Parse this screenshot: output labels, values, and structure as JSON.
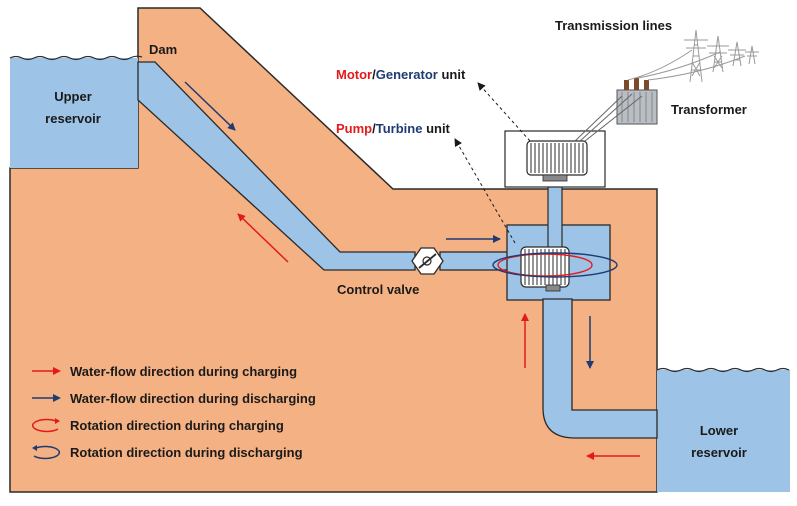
{
  "labels": {
    "dam": "Dam",
    "upper_reservoir": [
      "Upper",
      "reservoir"
    ],
    "lower_reservoir": [
      "Lower",
      "reservoir"
    ],
    "transmission_lines": "Transmission lines",
    "transformer": "Transformer",
    "motor_generator": {
      "part1": "Motor",
      "sep": "/",
      "part2": "Generator",
      "rest": " unit"
    },
    "pump_turbine": {
      "part1": "Pump",
      "sep": "/",
      "part2": "Turbine",
      "rest": " unit"
    },
    "control_valve": "Control valve"
  },
  "legend": [
    {
      "icon": "red-arrow-icon",
      "text": "Water-flow direction during charging"
    },
    {
      "icon": "navy-arrow-icon",
      "text": "Water-flow direction during discharging"
    },
    {
      "icon": "red-rotation-icon",
      "text": "Rotation direction during charging"
    },
    {
      "icon": "navy-rotation-icon",
      "text": "Rotation direction during discharging"
    }
  ],
  "colors": {
    "earth": "#f4b183",
    "water": "#9dc3e6",
    "outline": "#2a2a2a",
    "charging": "#e31a1a",
    "discharging": "#1f3b73"
  }
}
